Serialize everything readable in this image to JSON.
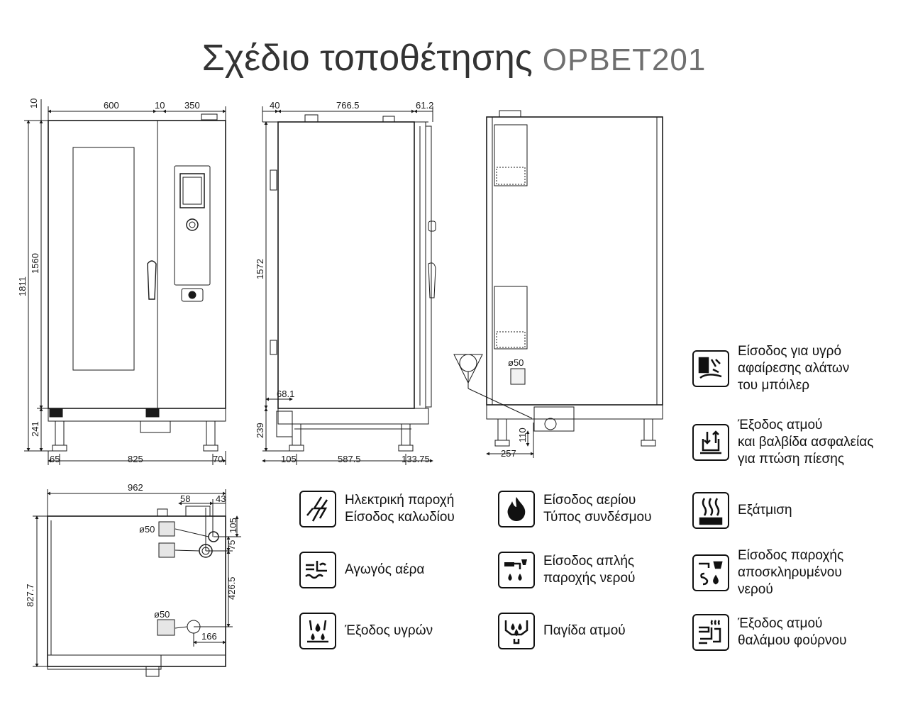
{
  "title": {
    "main": "Σχέδιο τοποθέτησης",
    "model": "OPBET201"
  },
  "front_view": {
    "dims": {
      "top_left": "600",
      "top_gap": "10",
      "top_right": "350",
      "top_small": "10",
      "height_total": "1811",
      "height_body": "1560",
      "height_legs": "241",
      "bottom_left": "65",
      "bottom_mid": "825",
      "bottom_right": "70"
    }
  },
  "side_view": {
    "dims": {
      "top_left": "40",
      "top_mid": "766.5",
      "top_right": "61.2",
      "height": "1572",
      "height_legs": "239",
      "leg_offset": "68.1",
      "bottom_left": "105",
      "bottom_mid": "587.5",
      "bottom_right": "133.75"
    }
  },
  "rear_view": {
    "dims": {
      "pipe_diameter": "ø50",
      "bottom_offset": "257",
      "pipe_height": "110"
    }
  },
  "top_view": {
    "dims": {
      "width": "962",
      "offset_a": "58",
      "offset_b": "43",
      "depth": "827.7",
      "pipe_diameter_1": "ø50",
      "pipe_diameter_2": "ø50",
      "v1": "105",
      "v2": "75",
      "v3": "426.5",
      "h_bottom": "166"
    }
  },
  "legend": [
    {
      "icon": "descaler-inlet-icon",
      "text": "Είσοδος για υγρό\nαφαίρεσης αλάτων\nτου μπόιλερ"
    },
    {
      "icon": "steam-valve-icon",
      "text": "Έξοδος ατμού\nκαι βαλβίδα ασφαλείας\nγια πτώση πίεσης"
    },
    {
      "icon": "lightning-icon",
      "text": "Ηλεκτρική παροχή\nΕίσοδος καλωδίου"
    },
    {
      "icon": "flame-icon",
      "text": "Είσοδος αερίου\nΤύπος συνδέσμου"
    },
    {
      "icon": "exhaust-icon",
      "text": "Εξάτμιση"
    },
    {
      "icon": "air-duct-icon",
      "text": "Αγωγός αέρα"
    },
    {
      "icon": "water-supply-icon",
      "text": "Είσοδος απλής\nπαροχής νερού"
    },
    {
      "icon": "softened-water-icon",
      "text": "Είσοδος παροχής\nαποσκληρυμένου\nνερού"
    },
    {
      "icon": "drain-icon",
      "text": "Έξοδος υγρών"
    },
    {
      "icon": "steam-trap-icon",
      "text": "Παγίδα ατμού"
    },
    {
      "icon": "chamber-steam-icon",
      "text": "Έξοδος ατμού\nθαλάμου φούρνου"
    }
  ],
  "colors": {
    "line": "#1a1a1a",
    "title_main": "#333333",
    "title_model": "#6f6f6f"
  }
}
